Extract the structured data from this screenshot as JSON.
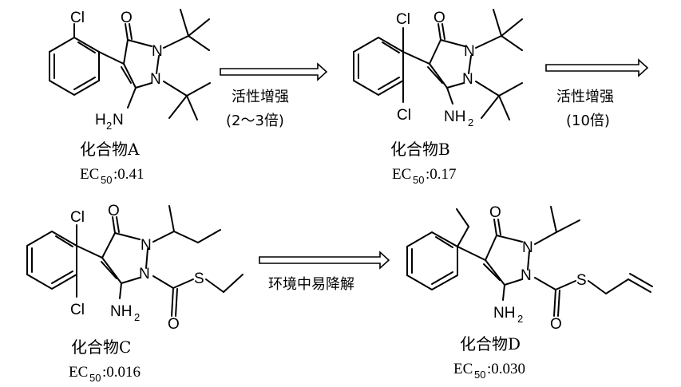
{
  "compounds": {
    "A": {
      "name": "化合物A",
      "ec_label": "EC",
      "ec_sub": "50",
      "ec_value": ":0.41"
    },
    "B": {
      "name": "化合物B",
      "ec_label": "EC",
      "ec_sub": "50",
      "ec_value": ":0.17"
    },
    "C": {
      "name": "化合物C",
      "ec_label": "EC",
      "ec_sub": "50",
      "ec_value": ":0.016"
    },
    "D": {
      "name": "化合物D",
      "ec_label": "EC",
      "ec_sub": "50",
      "ec_value": ":0.030"
    }
  },
  "arrows": {
    "a1": {
      "line1": "活性增强",
      "line2": "(2～3倍)"
    },
    "a2": {
      "line1": "活性增强",
      "line2": "(10倍)"
    },
    "a3": {
      "line1": "环境中易降解"
    }
  },
  "atoms": {
    "cl": "Cl",
    "o": "O",
    "n": "N",
    "s": "S",
    "h": "H",
    "nh": "NH",
    "h2n_sub": "2",
    "nh2_sub": "2"
  }
}
